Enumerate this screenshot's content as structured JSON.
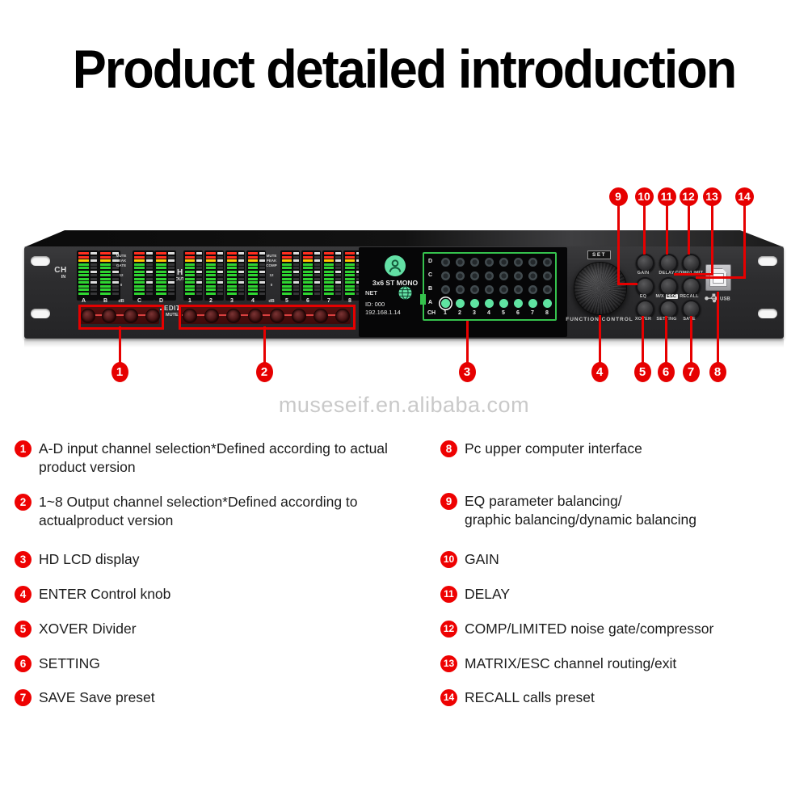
{
  "title": "Product detailed introduction",
  "watermark": "museseif.en.alibaba.com",
  "colors": {
    "callout_red": "#e60000",
    "led_green": "#2fd431",
    "led_yellow": "#ffc400",
    "led_red": "#ff2f1f",
    "lcd_mint": "#63e0a5",
    "matrix_green": "#35c24d"
  },
  "device": {
    "ch_in": {
      "main": "CH",
      "sub": "IN"
    },
    "ch_out": {
      "main": "CH",
      "sub": "OUT"
    },
    "input_channels": [
      "A",
      "B",
      "C",
      "D"
    ],
    "output_channels": [
      "1",
      "2",
      "3",
      "4",
      "5",
      "6",
      "7",
      "8"
    ],
    "input_legend": [
      "MUTE",
      "PEAK",
      "GATE",
      "12",
      "0"
    ],
    "output_legend": [
      "MUTE",
      "PEAK",
      "COMP",
      "12",
      "0"
    ],
    "db_label": "dB",
    "edit_label": "EDIT",
    "mute_label": "MUTE",
    "set_label": "SET",
    "knob_label": "FUNCTION CONTROL",
    "buttons": [
      {
        "label": "GAIN"
      },
      {
        "label": "DELAY"
      },
      {
        "label": "COMP/LIMIT"
      },
      {
        "label": "EQ"
      },
      {
        "label": "M/X",
        "badge": "ESC"
      },
      {
        "label": "RECALL"
      },
      {
        "label": "XOVER"
      },
      {
        "label": "SETTING"
      },
      {
        "label": "SAVE"
      }
    ],
    "usb_label": "USB",
    "lcd": {
      "preset": "3x6 ST MONO",
      "net_label": "NET",
      "id_label": "ID: 000",
      "ip": "192.168.1.14",
      "matrix": {
        "rows": [
          "D",
          "C",
          "B",
          "A"
        ],
        "ch_label": "CH",
        "cols": [
          "1",
          "2",
          "3",
          "4",
          "5",
          "6",
          "7",
          "8"
        ],
        "active_row": "A"
      }
    }
  },
  "callouts_top": [
    "9",
    "10",
    "11",
    "12",
    "13",
    "14"
  ],
  "callouts_bottom": [
    "1",
    "2",
    "3",
    "4",
    "5",
    "6",
    "7",
    "8"
  ],
  "legend_left": [
    {
      "num": "1",
      "text": "A-D input channel selection*Defined according to actual product version"
    },
    {
      "num": "2",
      "text": "1~8 Output channel selection*Defined according to actualproduct version"
    },
    {
      "num": "3",
      "text": "HD LCD display"
    },
    {
      "num": "4",
      "text": "ENTER Control knob"
    },
    {
      "num": "5",
      "text": "XOVER Divider"
    },
    {
      "num": "6",
      "text": "SETTING"
    },
    {
      "num": "7",
      "text": "SAVE Save preset"
    }
  ],
  "legend_right": [
    {
      "num": "8",
      "text": "Pc upper computer interface"
    },
    {
      "num": "9",
      "text": "EQ parameter balancing/\ngraphic balancing/dynamic balancing"
    },
    {
      "num": "10",
      "text": "GAIN"
    },
    {
      "num": "11",
      "text": "DELAY"
    },
    {
      "num": "12",
      "text": "COMP/LIMITED noise gate/compressor"
    },
    {
      "num": "13",
      "text": "MATRIX/ESC channel routing/exit"
    },
    {
      "num": "14",
      "text": "RECALL calls preset"
    }
  ]
}
